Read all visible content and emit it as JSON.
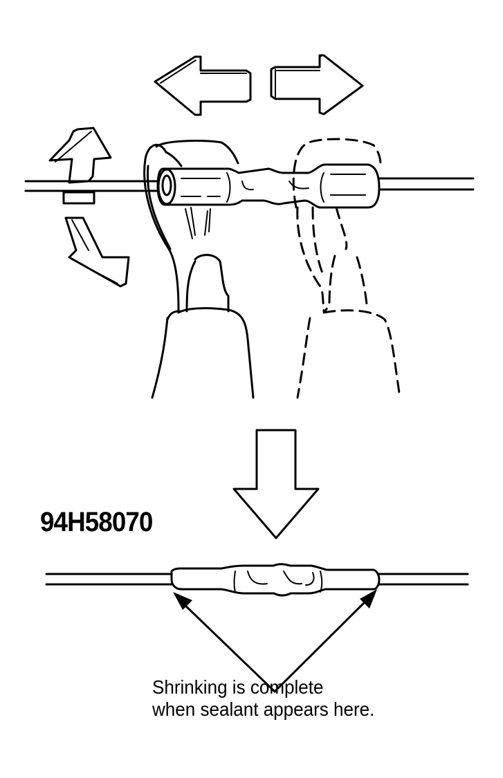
{
  "figure": {
    "id_label": "94H58070",
    "caption": {
      "line1": "Shrinking is complete",
      "line2": "when sealant appears here."
    },
    "icons": {
      "top_left_arrow": "arrow-left-icon",
      "top_right_arrow": "arrow-right-icon",
      "rotate_arrow": "rotate-arrow-icon",
      "down_arrow": "arrow-down-icon"
    },
    "colors": {
      "line": "#000000",
      "background": "#ffffff"
    }
  }
}
